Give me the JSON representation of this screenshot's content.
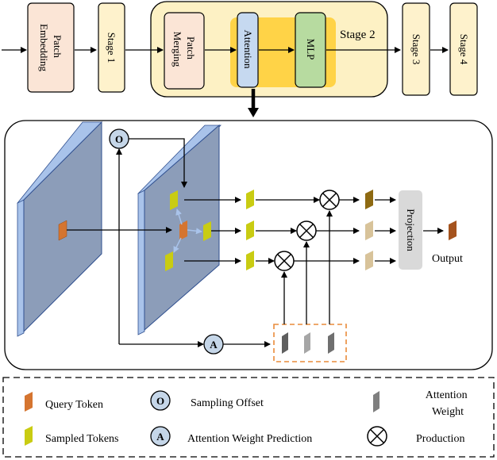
{
  "pipeline": {
    "patch_embedding": [
      "Patch",
      "Embedding"
    ],
    "stage1": "Stage 1",
    "patch_merging": [
      "Patch",
      "Merging"
    ],
    "attention": "Attention",
    "mlp": "MLP",
    "stage2": "Stage 2",
    "stage3": "Stage 3",
    "stage4": "Stage 4"
  },
  "detail": {
    "offset_symbol": "O",
    "attention_symbol": "A",
    "projection": "Projection",
    "output": "Output"
  },
  "legend": {
    "query_token": "Query Token",
    "sampled_tokens": "Sampled Tokens",
    "sampling_offset": "Sampling Offset",
    "attention_weight_prediction": "Attention Weight Prediction",
    "attention_weight": [
      "Attention",
      "Weight"
    ],
    "production": "Production"
  },
  "colors": {
    "box_pink": "#fbe5d6",
    "box_yellow": "#fef2cc",
    "stage2_bg": "#fdf1c4",
    "attn_band": "#ffd347",
    "attention_fill": "#c6d9f0",
    "mlp_fill": "#b7dba0",
    "plane_fill": "#8c9db9",
    "plane_edge": "#a9c3ea",
    "query_token": "#d57530",
    "sampled_token": "#c9cc12",
    "value_tan": "#d8c39a",
    "value_brown": "#8e6a12",
    "output_token": "#a5531e",
    "weight_gray": "#7f7f7f",
    "circle_fill": "#c5d6e8",
    "projection_fill": "#d9d9d9",
    "dashed_orange": "#e98b3a"
  }
}
